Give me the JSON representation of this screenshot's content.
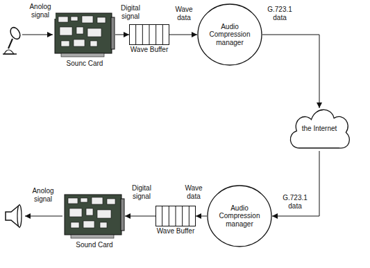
{
  "diagram": {
    "nodes": [
      {
        "text": [
          "Sounc Card"
        ]
      },
      {
        "text": [
          "Wave Buffer"
        ]
      },
      {
        "text": [
          "Audio Compression manager"
        ]
      },
      {
        "text": [
          "the Internet"
        ]
      },
      {
        "text": [
          "Audio Compression manager"
        ]
      },
      {
        "text": [
          "Wave Buffer"
        ]
      },
      {
        "text": [
          "Sound Card"
        ]
      }
    ],
    "edges": [
      {
        "from": 0,
        "to": 1,
        "arrow": "to",
        "label": "Digital signal"
      },
      {
        "from": 1,
        "to": 2,
        "arrow": "to",
        "label": "Wave data"
      },
      {
        "from": 2,
        "to": 3,
        "arrow": "to",
        "label": "G.723.1 data"
      },
      {
        "from": 3,
        "to": 4,
        "arrow": "to",
        "label": "G.723.1 data"
      },
      {
        "from": 4,
        "to": 5,
        "arrow": "to",
        "label": "Wave data"
      },
      {
        "from": 5,
        "to": 6,
        "arrow": "to",
        "label": "Digital signal"
      }
    ],
    "labels": [
      "Anolog signal",
      "Anolog signal"
    ]
  }
}
